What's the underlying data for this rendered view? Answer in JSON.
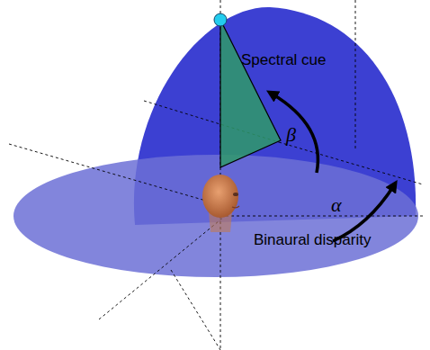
{
  "diagram": {
    "labels": [
      "Spectral cue",
      "β",
      "α",
      "Binaural disparity"
    ]
  }
}
